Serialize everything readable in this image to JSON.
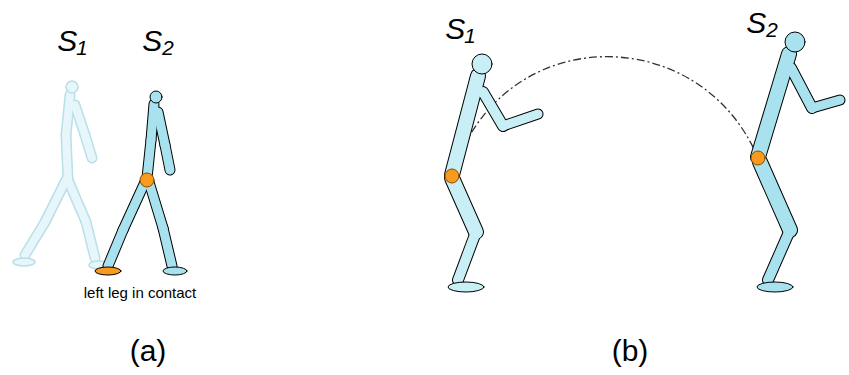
{
  "diagram": {
    "labels": [
      "S₁",
      "S₂",
      "left leg in contact",
      "(a)",
      "S₁",
      "S₂",
      "(b)"
    ]
  }
}
